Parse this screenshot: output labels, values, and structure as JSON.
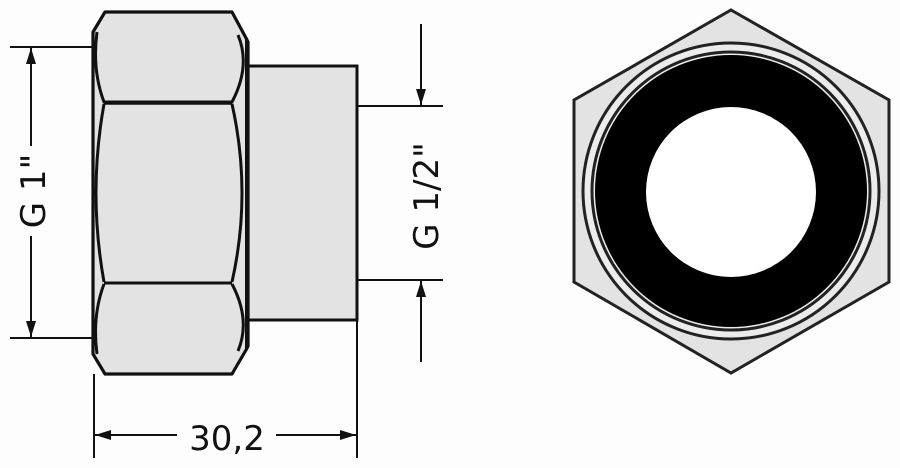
{
  "drawing": {
    "title": "Pipe union fitting technical drawing",
    "views": [
      "side-view",
      "end-view"
    ],
    "dimensions": {
      "inlet_thread": "G 1\"",
      "outlet_thread": "G 1/2\"",
      "overall_length": "30,2"
    },
    "colors": {
      "fill": "#e3e3e3",
      "stroke": "#111111",
      "seal": "#000000",
      "background": "#fdfdfd"
    }
  }
}
